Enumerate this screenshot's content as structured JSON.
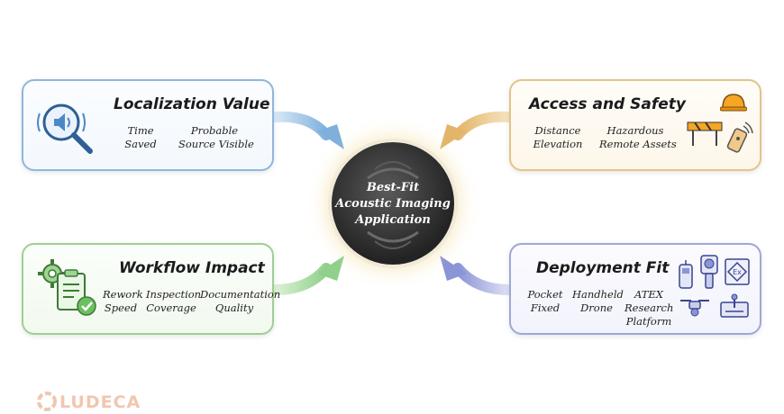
{
  "hub": {
    "lines": [
      "Best-Fit",
      "Acoustic Imaging",
      "Application"
    ]
  },
  "cards": {
    "localization": {
      "title": "Localization Value",
      "labels": [
        [
          "Time",
          "Saved"
        ],
        [
          "Probable",
          "Source Visible"
        ]
      ],
      "accent": "#8fb6dc"
    },
    "access": {
      "title": "Access and Safety",
      "labels": [
        [
          "Distance",
          "Elevation"
        ],
        [
          "Hazardous",
          "Remote Assets"
        ]
      ],
      "accent": "#e3c48a"
    },
    "workflow": {
      "title": "Workflow Impact",
      "labels": [
        [
          "Rework",
          "Speed"
        ],
        [
          "Inspection",
          "Coverage"
        ],
        [
          "Documentation",
          "Quality"
        ]
      ],
      "accent": "#9fcf93"
    },
    "deployment": {
      "title": "Deployment Fit",
      "labels": [
        [
          "Pocket",
          "Fixed"
        ],
        [
          "Handheld",
          "Drone"
        ],
        [
          "ATEX",
          "Research",
          "Platform"
        ]
      ],
      "accent": "#9ea7d8"
    }
  },
  "icons": {
    "localization": "magnifier-speaker-icon",
    "access": [
      "hard-hat-icon",
      "barrier-icon",
      "remote-control-icon"
    ],
    "workflow": [
      "gear-icon",
      "clipboard-check-icon"
    ],
    "deployment": [
      "pocket-device-icon",
      "handheld-camera-icon",
      "atex-ex-icon",
      "drone-icon",
      "research-platform-icon"
    ]
  },
  "brand": {
    "name": "LUDECA",
    "color": "#f1c6b0"
  }
}
